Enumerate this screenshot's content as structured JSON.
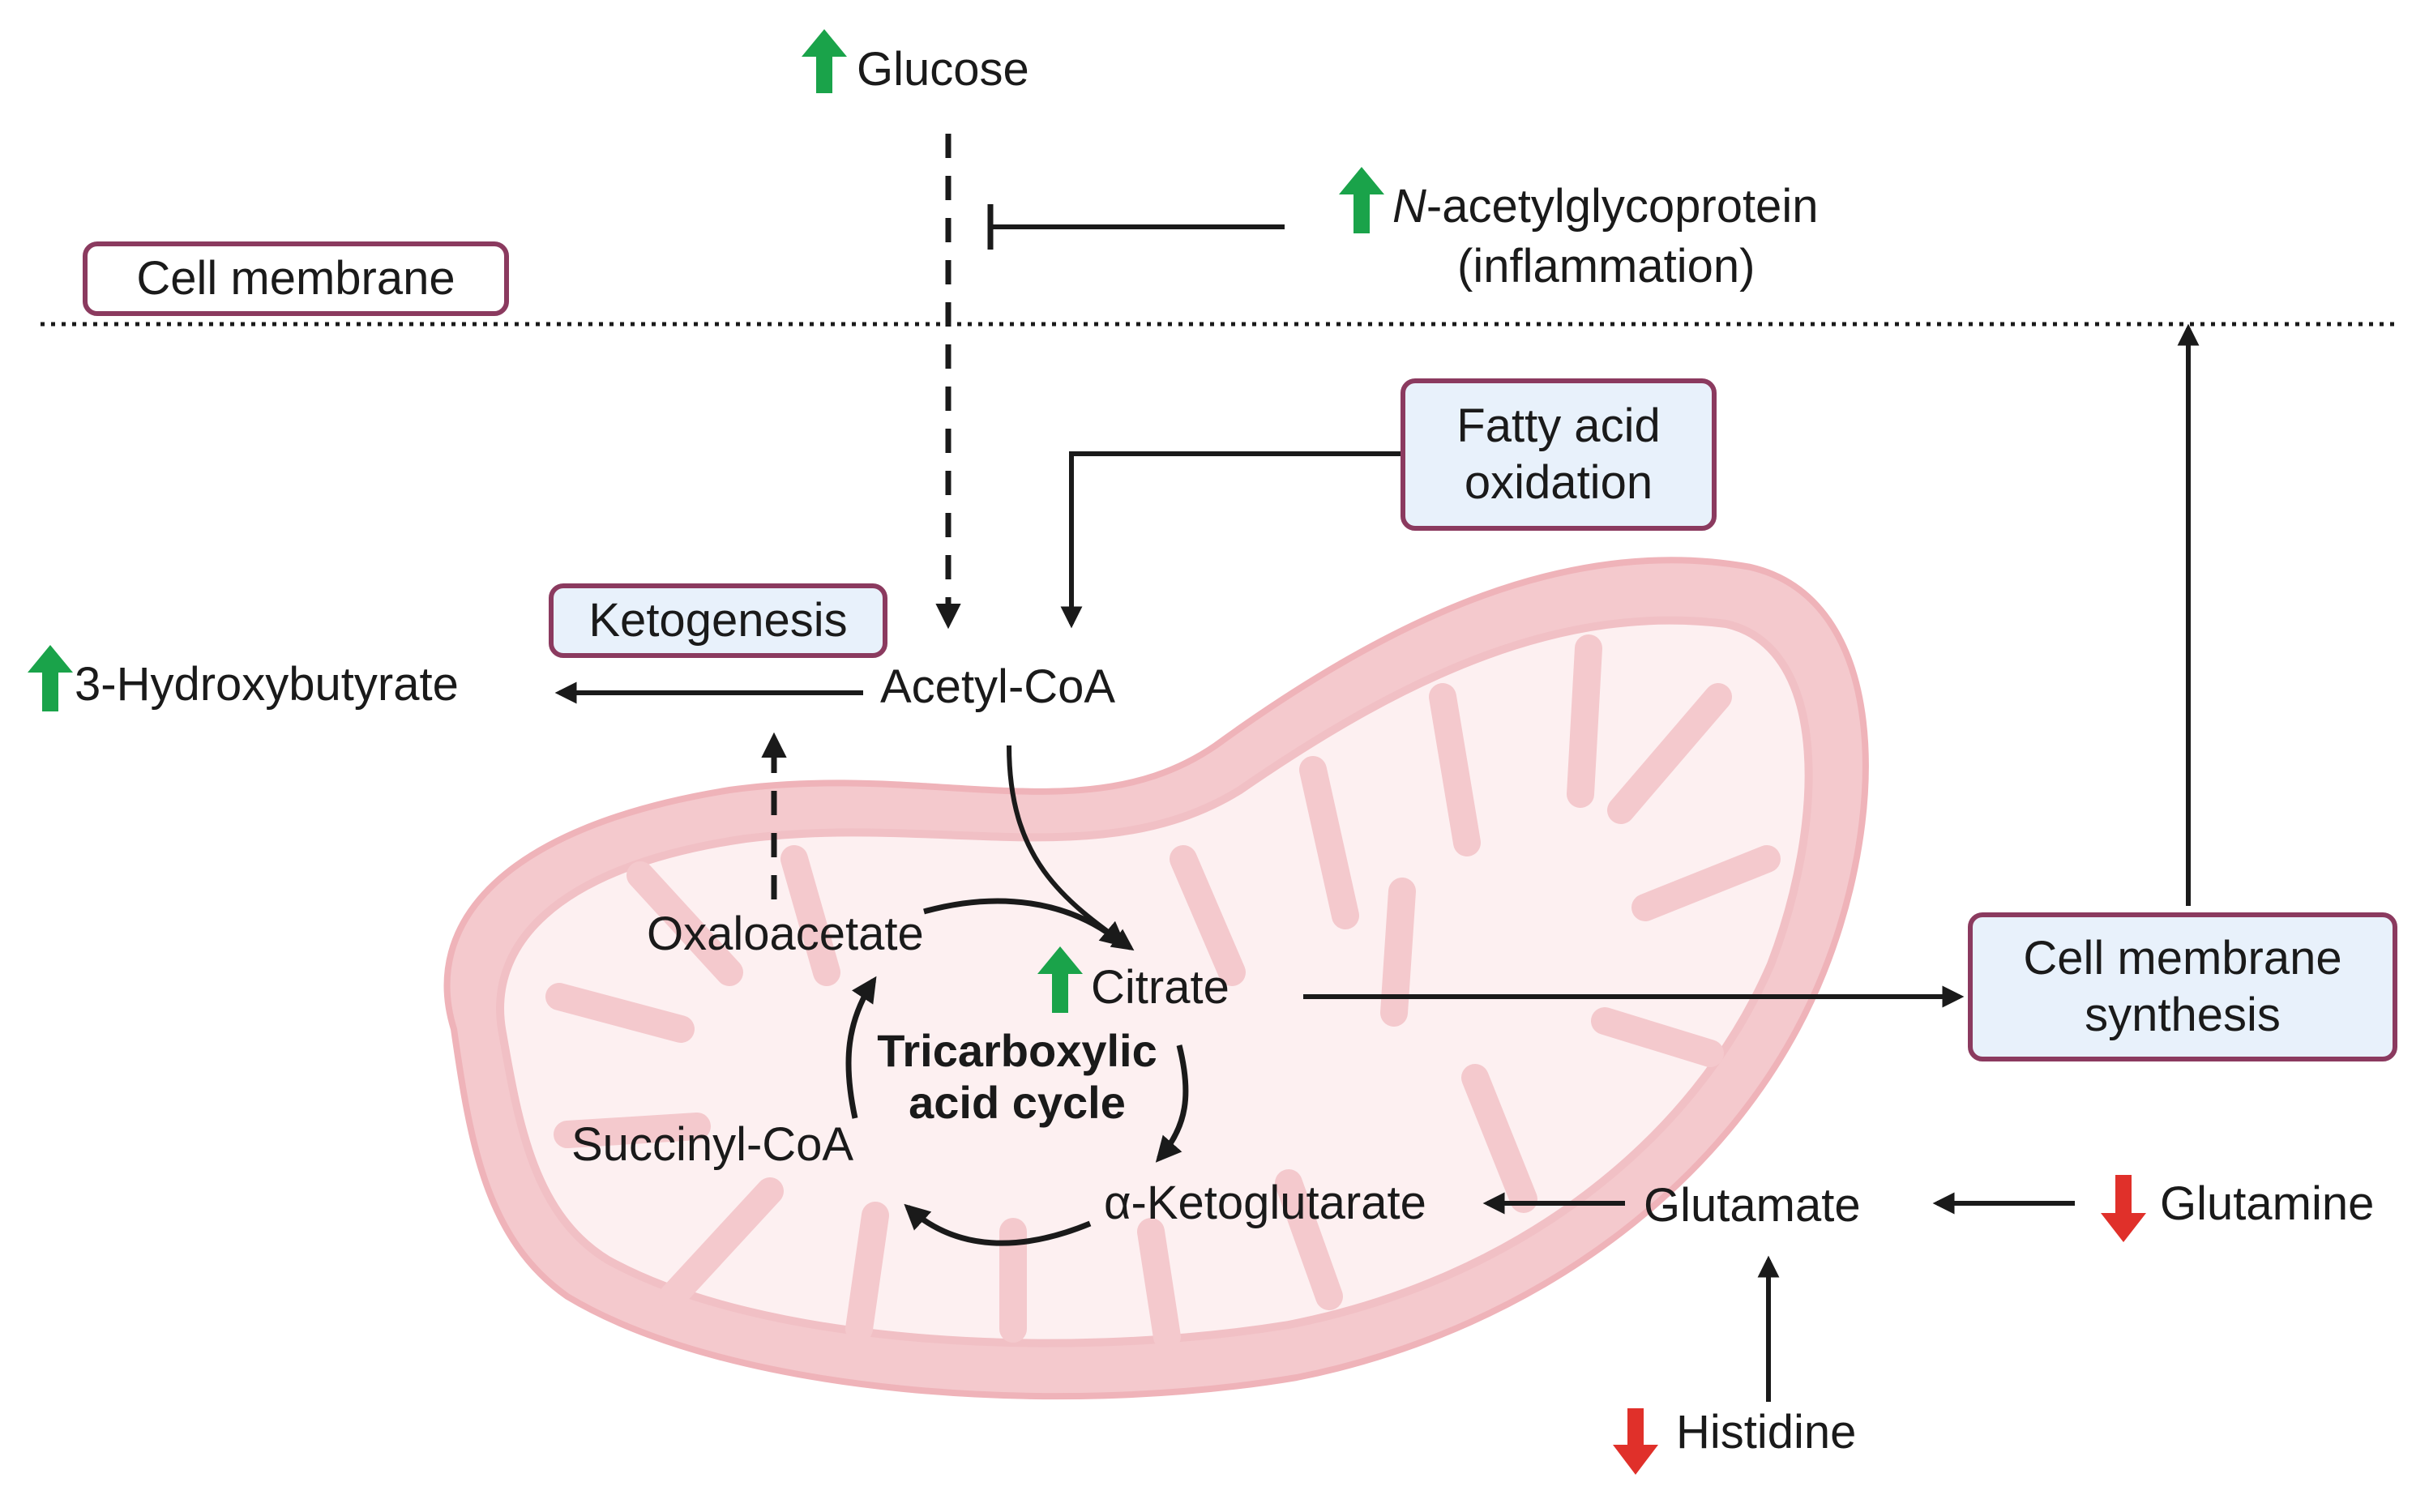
{
  "colors": {
    "up_arrow": "#1aa34a",
    "down_arrow": "#e0302a",
    "box_border": "#8b3a5f",
    "box_fill": "#e8f1fb",
    "mito_outer": "#f4c9cd",
    "mito_inner": "#fdf0f1",
    "line": "#1a1a1a"
  },
  "icons": {
    "increase": "green-up-arrow-icon",
    "decrease": "red-down-arrow-icon"
  },
  "labels": {
    "cell_membrane": "Cell membrane",
    "glucose": "Glucose",
    "nacetyl_italic": "N",
    "nacetyl_rest": "-acetylglycoprotein",
    "inflammation": "(inflammation)",
    "fatty_acid_line1": "Fatty acid",
    "fatty_acid_line2": "oxidation",
    "ketogenesis": "Ketogenesis",
    "hydroxybutyrate": "3-Hydroxybutyrate",
    "acetyl_coa": "Acetyl-CoA",
    "oxaloacetate": "Oxaloacetate",
    "citrate": "Citrate",
    "tca_line1": "Tricarboxylic",
    "tca_line2": "acid cycle",
    "succinyl_coa": "Succinyl-CoA",
    "ketoglutarate": "α-Ketoglutarate",
    "glutamate": "Glutamate",
    "glutamine": "Glutamine",
    "histidine": "Histidine",
    "membrane_synthesis_line1": "Cell membrane",
    "membrane_synthesis_line2": "synthesis"
  },
  "changes": {
    "glucose": "up",
    "nacetylglycoprotein": "up",
    "hydroxybutyrate": "up",
    "citrate": "up",
    "glutamine": "down",
    "histidine": "down"
  }
}
